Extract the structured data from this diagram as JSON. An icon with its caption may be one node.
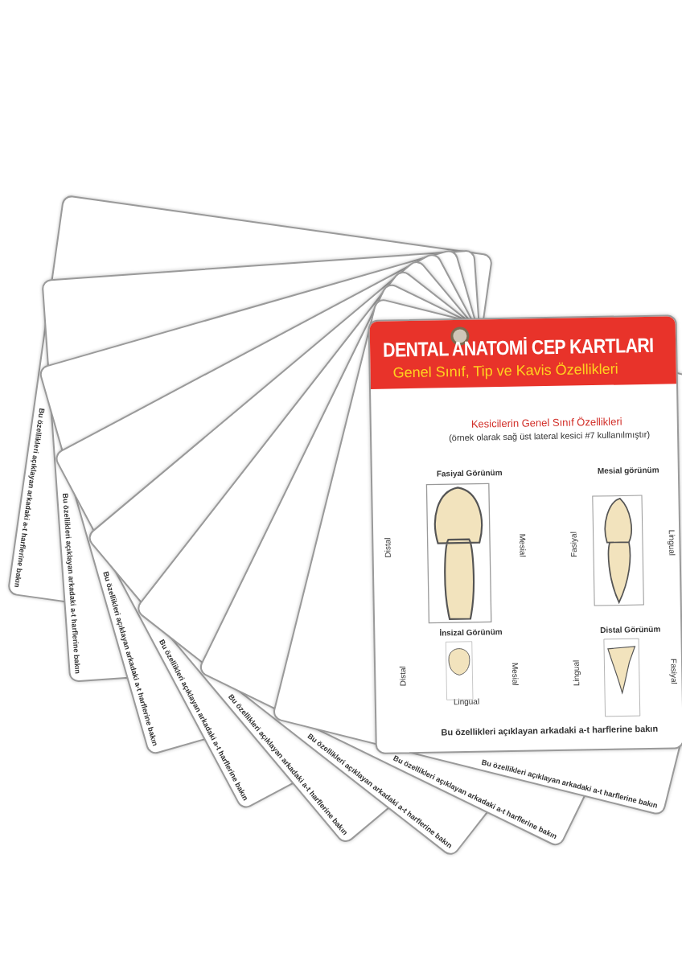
{
  "diagram": {
    "title": "DENTAL ANATOMİ CEP KARTLARI",
    "labels": [
      "Genel Sınıf, Tip ve Kavis Özellikleri",
      "Kesicilerin Genel Sınıf Özellikleri",
      "(örnek olarak sağ üst lateral kesici #7 kullanılmıştır)",
      "Fasiyal Görünüm",
      "Mesial görünüm",
      "Distal",
      "Mesial",
      "Fasiyal",
      "Lingual",
      "İnsizal Görünüm",
      "Distal Görünüm",
      "Distal",
      "Mesial",
      "Lingual",
      "Lingual",
      "Fasiyal",
      "Bu özellikleri açıklayan arkadaki a-t harflerine bakın",
      "Bu özellikleri açıklayan arkadaki a-t harflerine bakın",
      "Bu özellikleri açıklayan arkadaki a-t harflerine bakın",
      "Bu özellikleri açıklayan arkadaki a-t harflerine bakın",
      "Bu özellikleri açıklayan arkadaki a-t harflerine bakın",
      "Bu özellikleri açıklayan arkadaki a-t harflerine bakın",
      "Bu özellikleri açıklayan arkadaki a-t harflerine bakın",
      "Bu özellikleri açıklayan arkadaki a-t harflerine bakın",
      "Bu özellikleri açıklayan arkadaki a-t harflerine bakın"
    ]
  }
}
